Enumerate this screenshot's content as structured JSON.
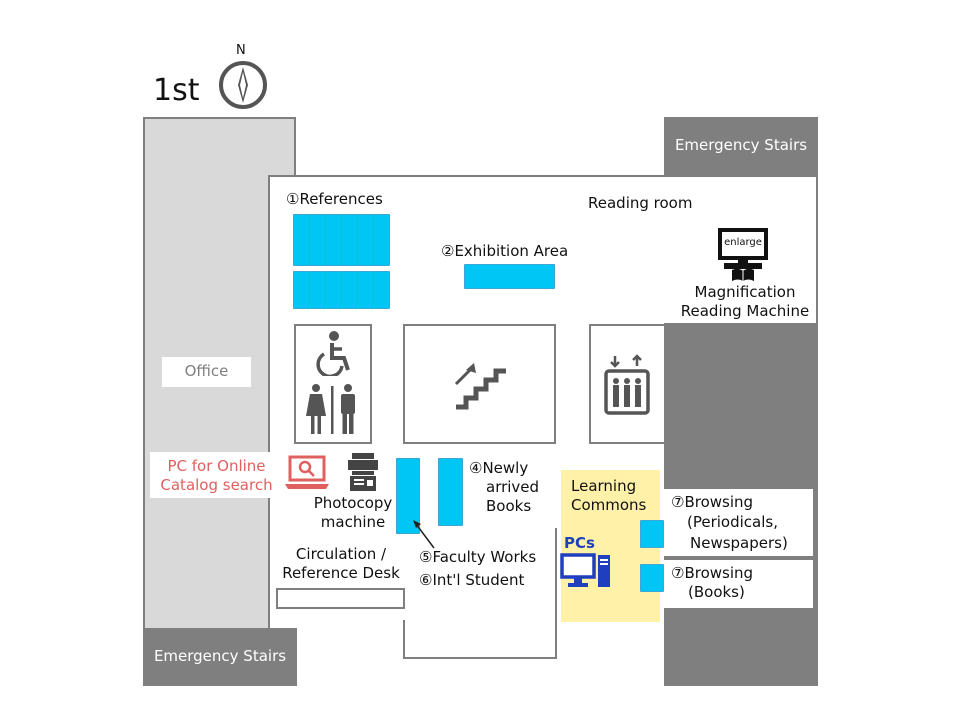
{
  "floor": {
    "label": "1st",
    "north_label": "N"
  },
  "rooms": {
    "emergency_stairs_top": "Emergency Stairs",
    "emergency_stairs_bottom": "Emergency Stairs",
    "office": "Office",
    "reading_room": "Reading room"
  },
  "areas": {
    "references": "①References",
    "exhibition": "②Exhibition Area",
    "magnifier_screen": "enlarge",
    "magnification_line1": "Magnification",
    "magnification_line2": "Reading Machine",
    "opac_line1": "PC for Online",
    "opac_line2": "Catalog search",
    "photocopy_line1": "Photocopy",
    "photocopy_line2": "machine",
    "newly_line1": "④Newly",
    "newly_line2": "arrived",
    "newly_line3": "Books",
    "faculty_works": "⑤Faculty Works",
    "intl_student": "⑥Int'l Student",
    "circulation_line1": "Circulation /",
    "circulation_line2": "Reference Desk",
    "learning_line1": "Learning",
    "learning_line2": "Commons",
    "pcs": "PCs",
    "browsing_periodicals_line1": "⑦Browsing",
    "browsing_periodicals_line2": "(Periodicals,",
    "browsing_periodicals_line3": "Newspapers)",
    "browsing_books_line1": "⑦Browsing",
    "browsing_books_line2": "(Books)"
  },
  "icons": {
    "compass": "compass-icon",
    "wheelchair": "wheelchair-icon",
    "restroom": "restroom-icon",
    "staircase": "staircase-icon",
    "elevator": "elevator-icon",
    "magnifier": "magnifier-reader-icon",
    "laptop_search": "laptop-search-icon",
    "photocopier": "photocopier-icon",
    "desktop_pc": "desktop-pc-icon"
  },
  "colors": {
    "shelf": "#00c6f5",
    "wall_light": "#d9d9d9",
    "wall_dark": "#7f7f7f",
    "learning_commons": "#fff2a8",
    "opac_text": "#e06060",
    "pcs_text": "#1f3fbf"
  }
}
